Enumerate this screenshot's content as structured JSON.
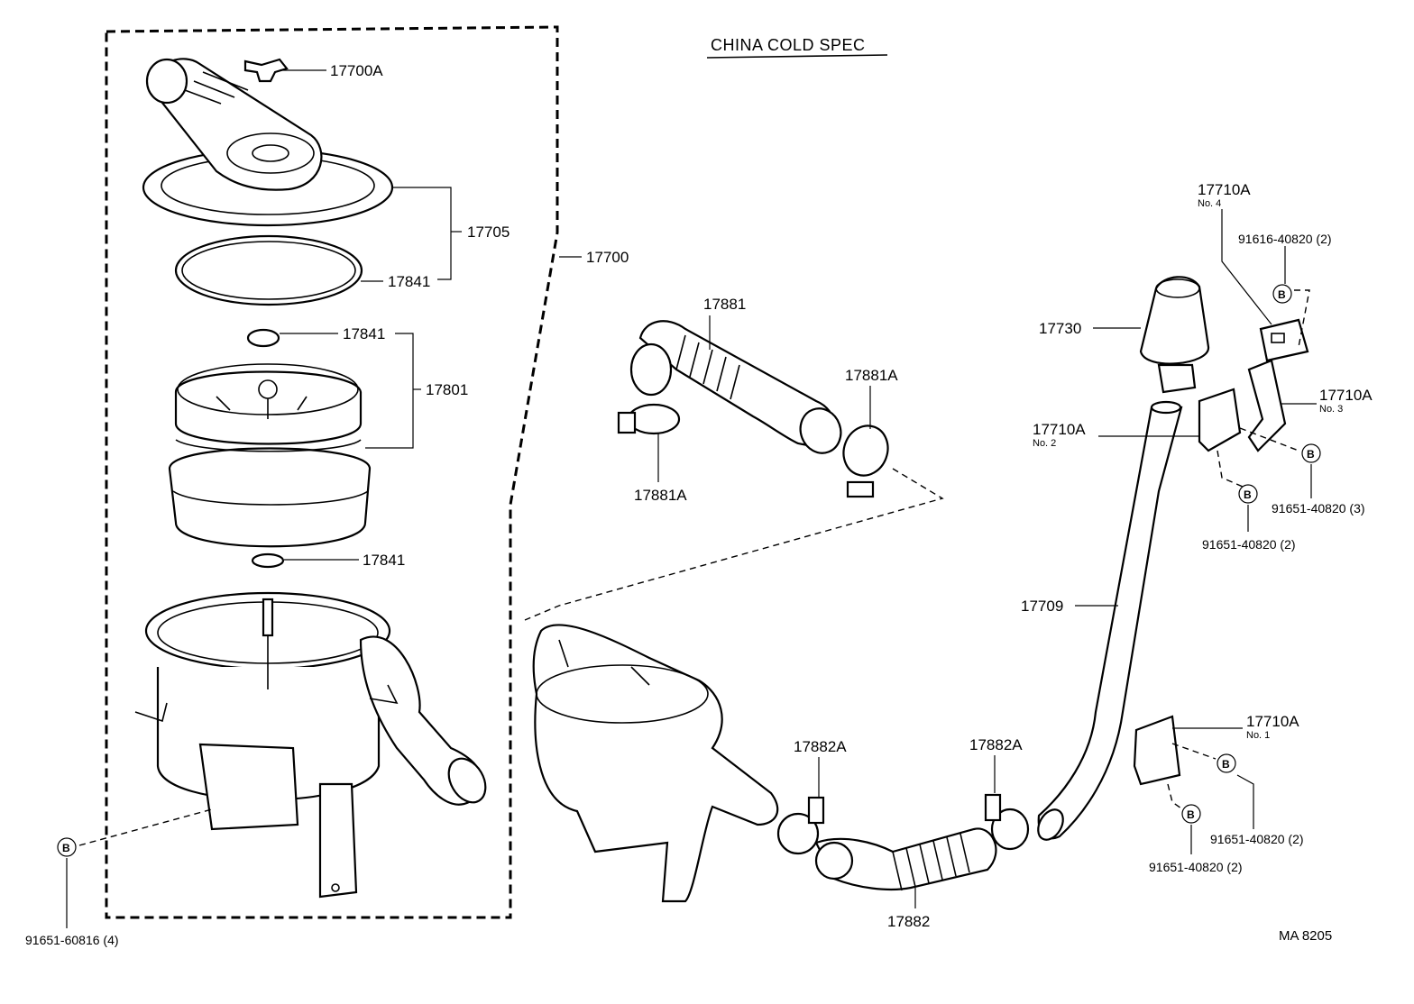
{
  "title": "CHINA COLD SPEC",
  "diagram_code": "MA 8205",
  "bolt_symbol": "B",
  "labels": {
    "p17700A": "17700A",
    "p17705": "17705",
    "p17841a": "17841",
    "p17700": "17700",
    "p17841b": "17841",
    "p17801": "17801",
    "p17841c": "17841",
    "p91651_60816": "91651-60816 (4)",
    "p17881": "17881",
    "p17881A_left": "17881A",
    "p17881A_right": "17881A",
    "p17882A_left": "17882A",
    "p17882A_right": "17882A",
    "p17882": "17882",
    "p17730": "17730",
    "p17709": "17709",
    "p17710A_no4": "17710A",
    "no4": "No. 4",
    "p91616_40820": "91616-40820 (2)",
    "p17710A_no3": "17710A",
    "no3": "No. 3",
    "p17710A_no2": "17710A",
    "no2": "No. 2",
    "p91651_40820_3": "91651-40820 (3)",
    "p91651_40820_2a": "91651-40820 (2)",
    "p17710A_no1": "17710A",
    "no1": "No. 1",
    "p91651_40820_2b": "91651-40820 (2)",
    "p91651_40820_2c": "91651-40820 (2)"
  }
}
